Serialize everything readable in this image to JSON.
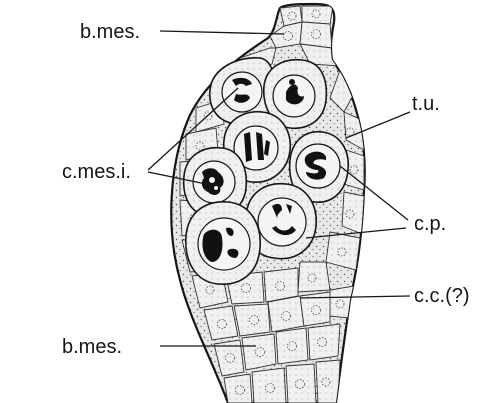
{
  "labels": {
    "b_mes_top": "b.mes.",
    "c_mes_i": "c.mes.i.",
    "tu": "t.u.",
    "c_p": "c.p.",
    "c_c": "c.c.(?)",
    "b_mes_bottom": "b.mes."
  },
  "colors": {
    "ink": "#161616",
    "cell_fill": "#e6e6e6",
    "big_cell_fill": "#eeeeee",
    "background": "#ffffff"
  }
}
